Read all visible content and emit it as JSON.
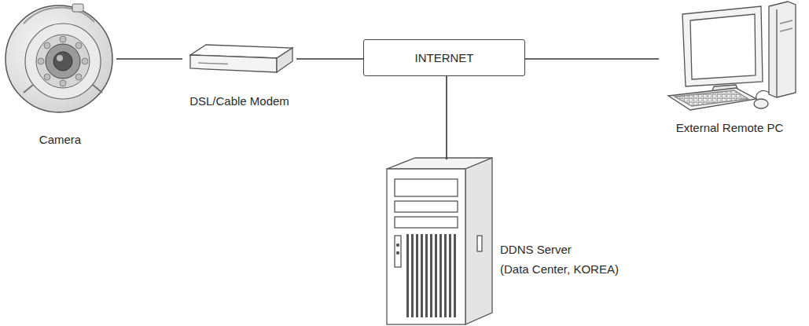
{
  "diagram": {
    "nodes": [
      {
        "text": [
          "Camera"
        ]
      },
      {
        "text": [
          "DSL/Cable Modem"
        ]
      },
      {
        "text": [
          "INTERNET"
        ]
      },
      {
        "text": [
          "External Remote PC"
        ]
      },
      {
        "text": [
          "DDNS Server",
          "(Data Center, KOREA)"
        ]
      }
    ],
    "edges": [
      {
        "from": 0,
        "to": 1,
        "arrow": "none"
      },
      {
        "from": 1,
        "to": 2,
        "arrow": "none"
      },
      {
        "from": 2,
        "to": 3,
        "arrow": "none"
      },
      {
        "from": 2,
        "to": 4,
        "arrow": "none"
      }
    ]
  }
}
